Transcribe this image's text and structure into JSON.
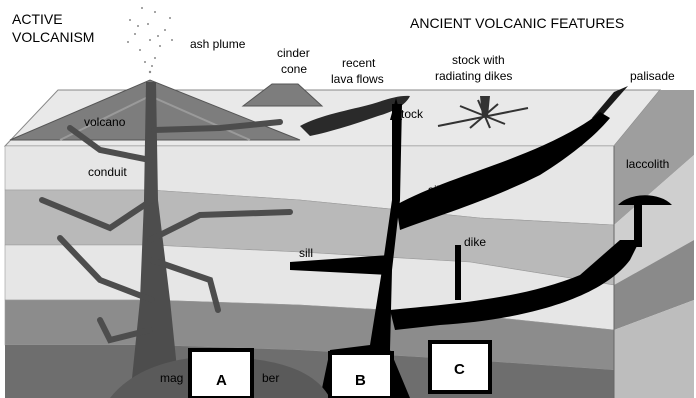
{
  "headings": {
    "active": [
      "ACTIVE",
      "VOLCANISM"
    ],
    "ancient": "ANCIENT VOLCANIC FEATURES"
  },
  "labels": {
    "ash_plume": "ash plume",
    "cinder_cone": [
      "cinder",
      "cone"
    ],
    "recent_lava_flows": [
      "recent",
      "lava flows"
    ],
    "stock_with_dikes": [
      "stock with",
      "radiating dikes"
    ],
    "palisade": "palisade",
    "volcano": "volcano",
    "stock": "stock",
    "conduit": "conduit",
    "laccolith": "laccolith",
    "sill_upper": "sill",
    "sill_lower": "sill",
    "dike": "dike",
    "magma_chamber_left": "mag",
    "magma_chamber_right": "ber"
  },
  "answer_boxes": [
    "A",
    "B",
    "C"
  ],
  "colors": {
    "surface": "#e9e9e9",
    "layer_light": "#e6e6e6",
    "layer_mid": "#b9b9b9",
    "layer_dark": "#8c8c8c",
    "layer_darker": "#6e6e6e",
    "volcano": "#7d7d7d",
    "magma": "#000000",
    "conduit": "#4d4d4d"
  }
}
